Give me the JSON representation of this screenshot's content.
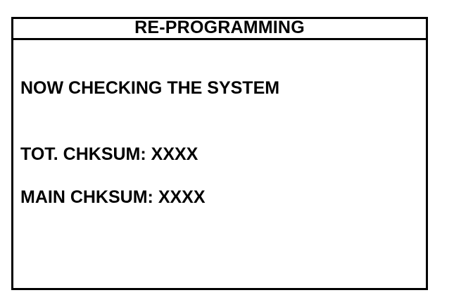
{
  "dialog": {
    "title": "RE-PROGRAMMING",
    "border_color": "#000000",
    "background_color": "#ffffff",
    "text_color": "#000000",
    "body": {
      "status_line": "NOW CHECKING THE SYSTEM",
      "total_checksum": {
        "label": "TOT. CHKSUM:",
        "value": "XXXX",
        "full": "TOT. CHKSUM: XXXX"
      },
      "main_checksum": {
        "label": "MAIN CHKSUM:",
        "value": "XXXX",
        "full": "MAIN CHKSUM: XXXX"
      }
    }
  }
}
